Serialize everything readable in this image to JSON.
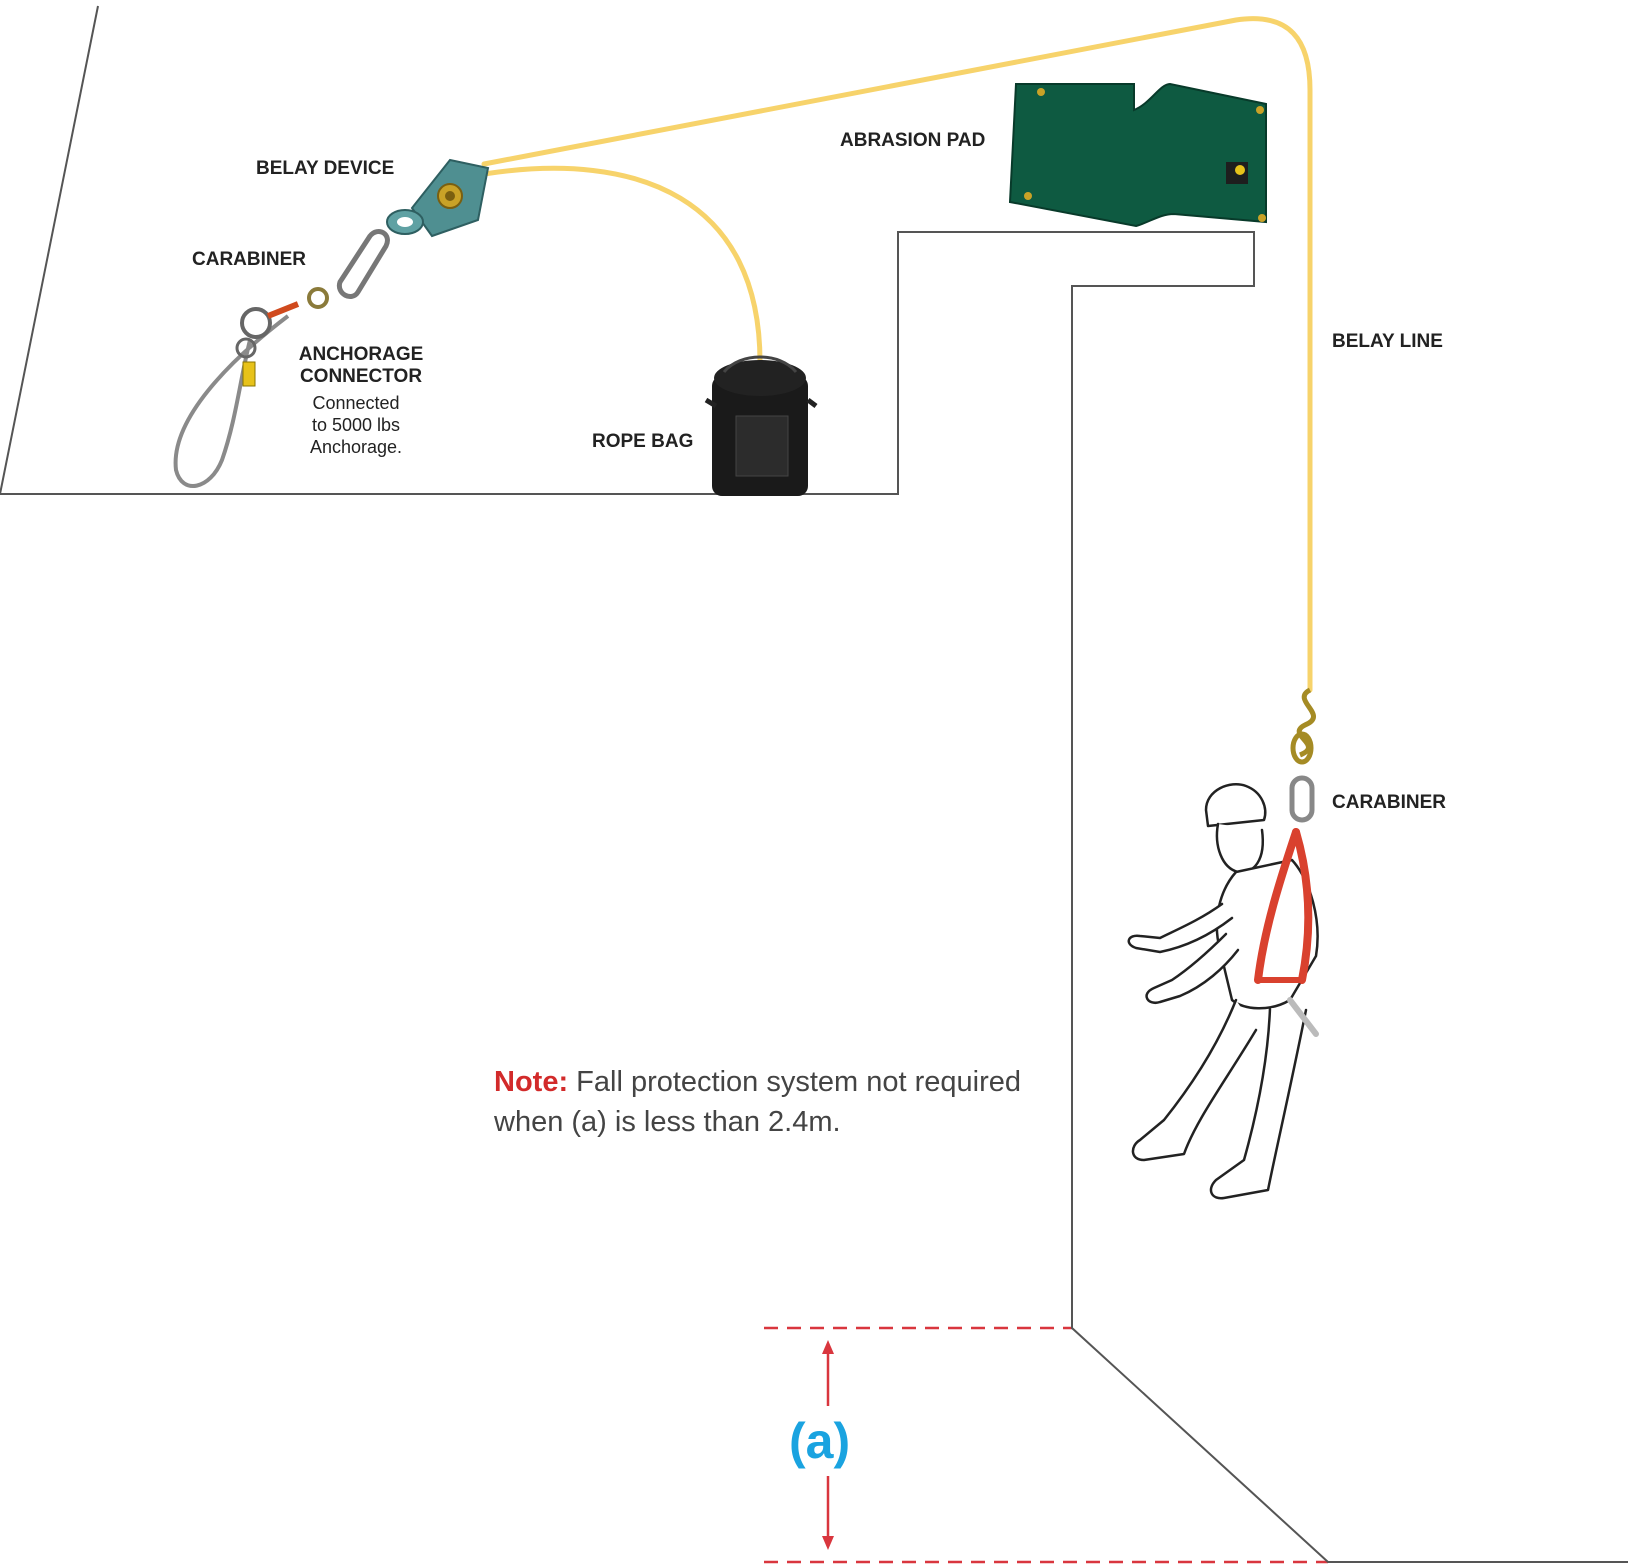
{
  "labels": {
    "belay_device": "BELAY DEVICE",
    "carabiner_top": "CARABINER",
    "anchorage_connector": "ANCHORAGE CONNECTOR",
    "anchorage_detail": [
      "Connected",
      "to 5000 lbs",
      "Anchorage."
    ],
    "rope_bag": "ROPE BAG",
    "abrasion_pad": "ABRASION PAD",
    "belay_line": "BELAY LINE",
    "carabiner_worker": "CARABINER"
  },
  "note": {
    "key": "Note:",
    "text": " Fall protection system not required when (a) is less than 2.4m."
  },
  "dimension": {
    "label": "(a)"
  },
  "colors": {
    "rope": "#f7d36b",
    "structure": "#555555",
    "dimension_line": "#d9363e",
    "dimension_label": "#1aa3e0",
    "note_key": "#d22a2a",
    "abrasion_pad": "#0e5a41",
    "belay_device": "#4f8f91",
    "harness": "#d9412e"
  }
}
